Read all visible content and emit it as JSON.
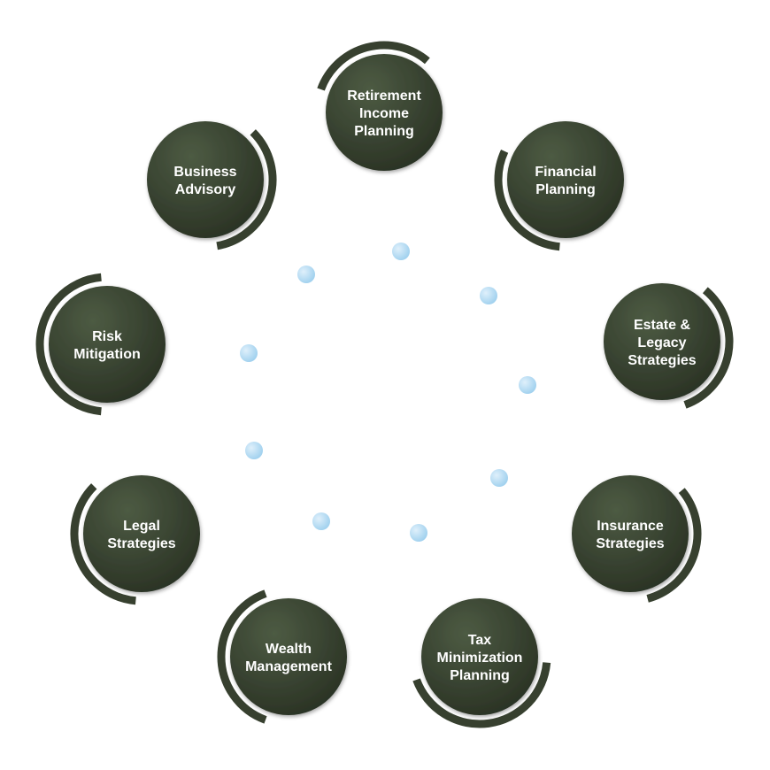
{
  "colors": {
    "node_fill_dark": "#2a3224",
    "node_fill_light": "#4d5b43",
    "arc_color": "#37402f",
    "dot_light": "#dff0fb",
    "dot_dark": "#9fd0ee",
    "label_color": "#ffffff"
  },
  "nodes": [
    {
      "id": "retirement-income-planning",
      "label_lines": [
        "Retirement",
        "Income",
        "Planning"
      ],
      "interactable": false
    },
    {
      "id": "financial-planning",
      "label_lines": [
        "Financial",
        "Planning"
      ],
      "interactable": false
    },
    {
      "id": "estate-legacy-strategies",
      "label_lines": [
        "Estate &",
        "Legacy",
        "Strategies"
      ],
      "interactable": false
    },
    {
      "id": "insurance-strategies",
      "label_lines": [
        "Insurance",
        "Strategies"
      ],
      "interactable": false
    },
    {
      "id": "tax-minimization-planning",
      "label_lines": [
        "Tax",
        "Minimization",
        "Planning"
      ],
      "interactable": false
    },
    {
      "id": "wealth-management",
      "label_lines": [
        "Wealth",
        "Management"
      ],
      "interactable": false
    },
    {
      "id": "legal-strategies",
      "label_lines": [
        "Legal",
        "Strategies"
      ],
      "interactable": false
    },
    {
      "id": "risk-mitigation",
      "label_lines": [
        "Risk",
        "Mitigation"
      ],
      "interactable": false
    },
    {
      "id": "business-advisory",
      "label_lines": [
        "Business",
        "Advisory"
      ],
      "interactable": false
    }
  ],
  "connector_dot_count": 9
}
